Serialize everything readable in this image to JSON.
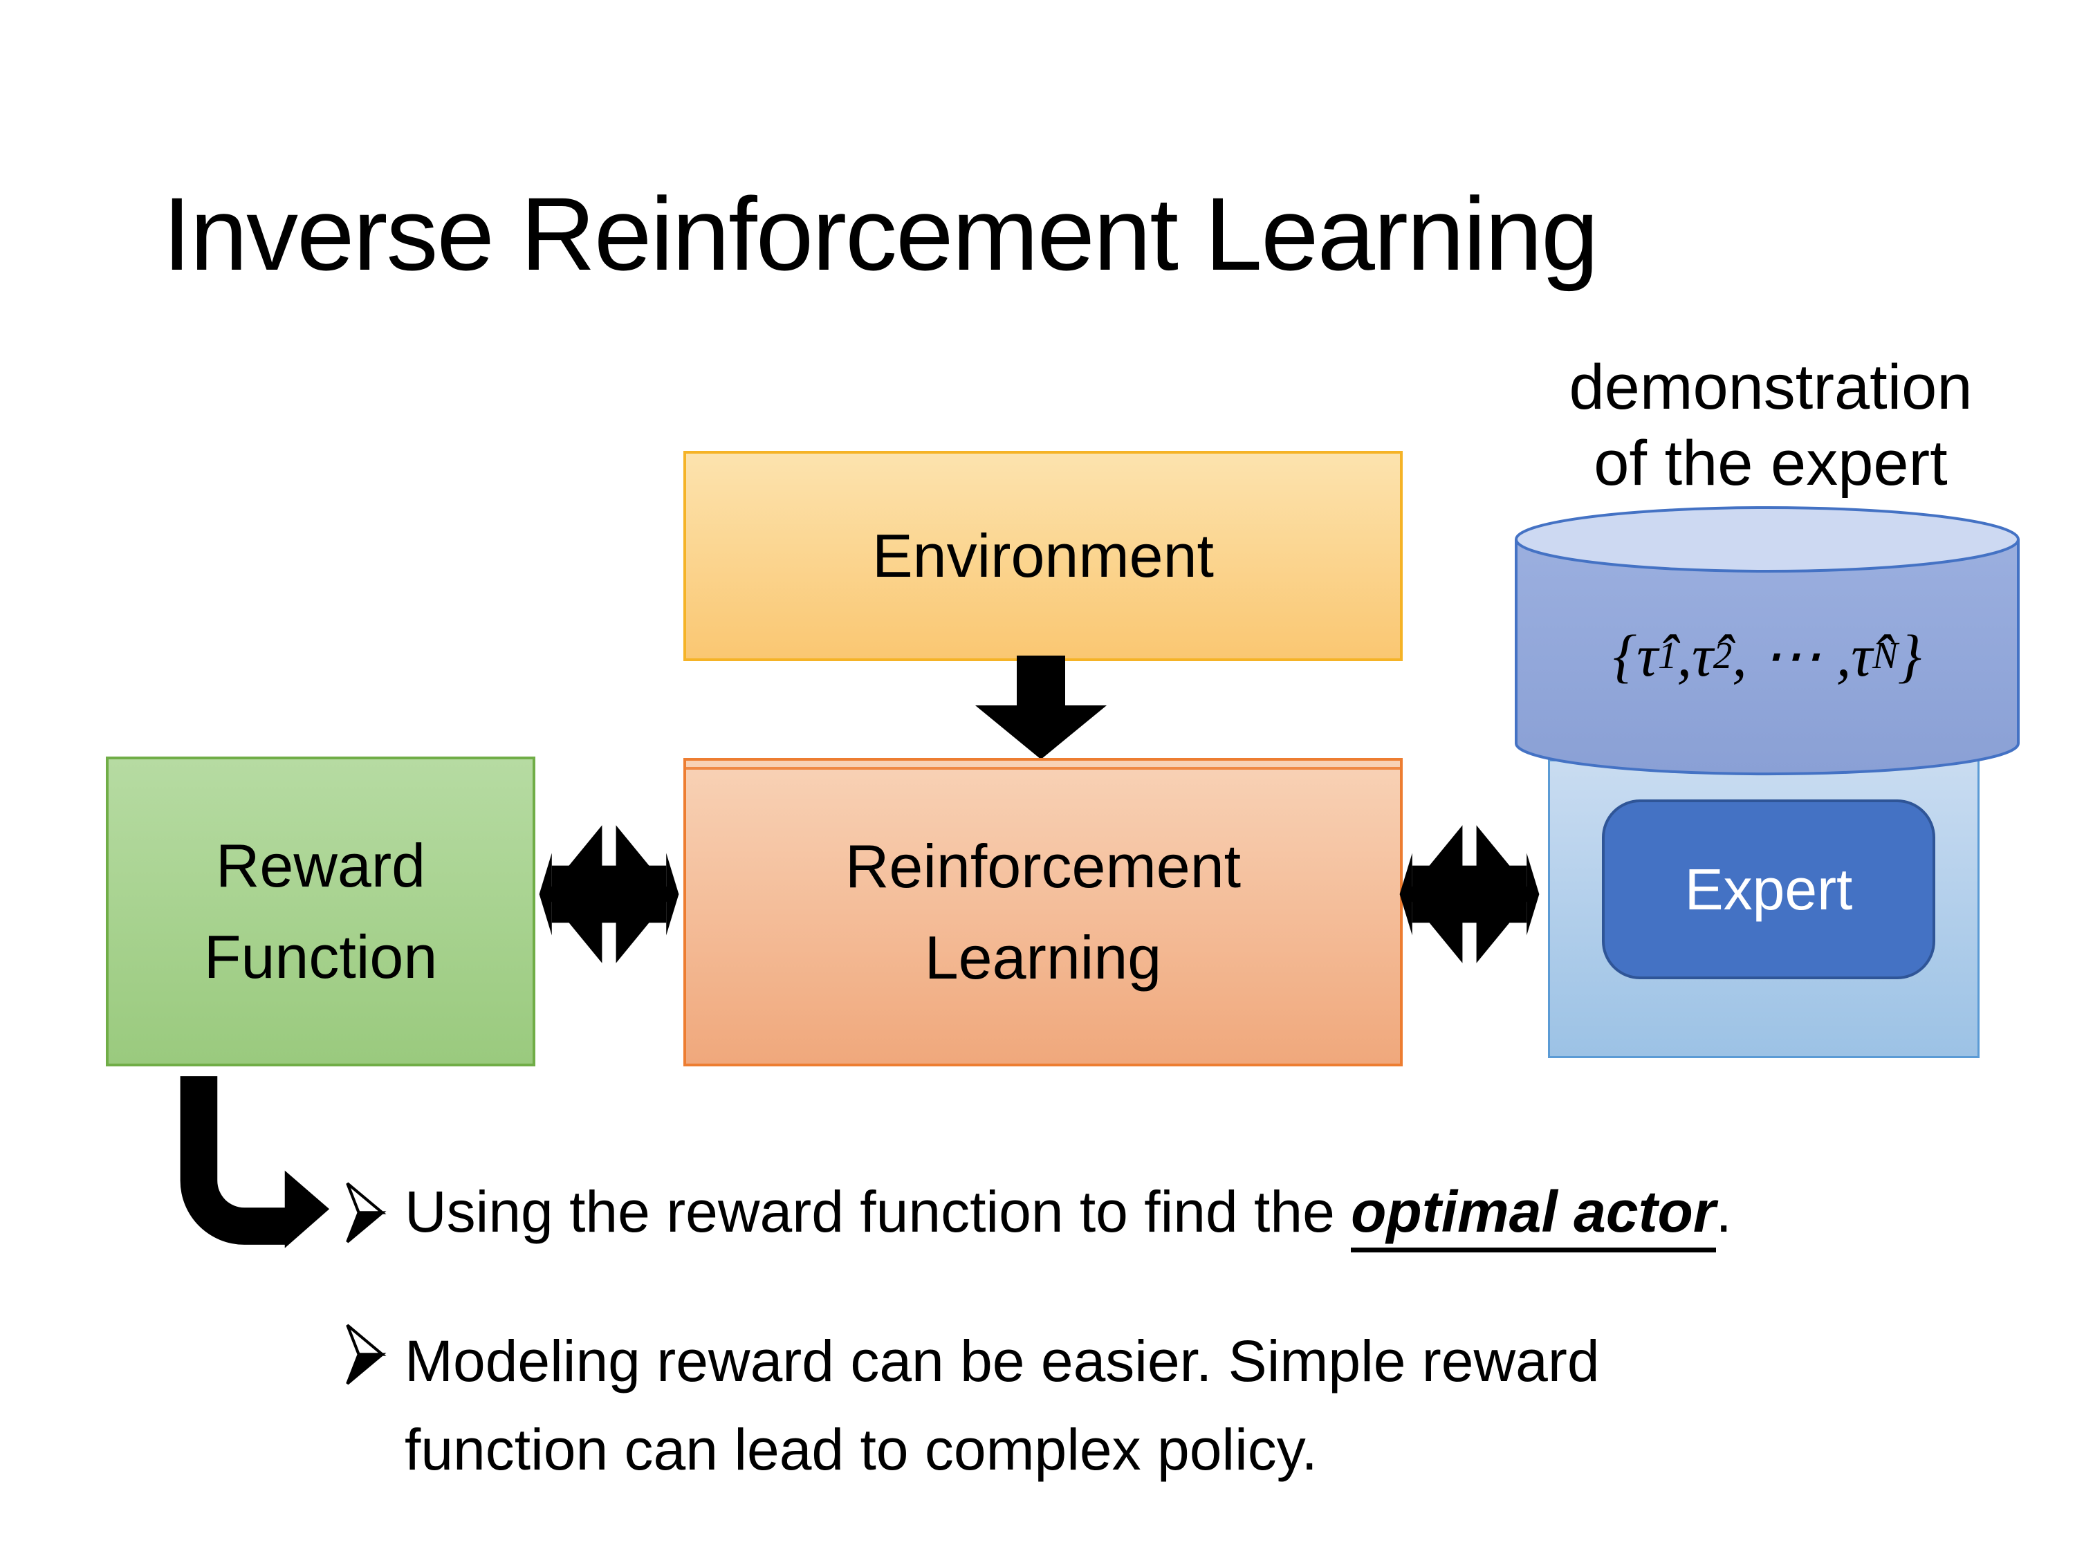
{
  "slide_title": "Inverse Reinforcement Learning",
  "demo_label": {
    "line1": "demonstration",
    "line2": "of the expert"
  },
  "environment": {
    "label": "Environment"
  },
  "reward_function": {
    "line1": "Reward",
    "line2": "Function"
  },
  "reinforcement_learning": {
    "line1": "Reinforcement",
    "line2": "Learning"
  },
  "expert": {
    "label": "Expert"
  },
  "demonstrations_db": {
    "math_parts": [
      "{",
      "τ̂",
      "1",
      ", ",
      "τ̂",
      "2",
      ", ⋯ , ",
      "τ̂",
      "N",
      "}"
    ]
  },
  "bullets": {
    "item1": {
      "prefix": "Using the reward function to find the ",
      "emphasis": "optimal actor",
      "suffix": "."
    },
    "item2": {
      "line1": "Modeling reward can be easier. Simple reward",
      "line2": "function can lead to complex policy."
    }
  },
  "icons": {
    "down_arrow": "down-arrow-icon",
    "exchange_left": "exchange-arrows-icon",
    "exchange_right": "exchange-arrows-icon",
    "bent_arrow": "bent-elbow-arrow-icon",
    "bullet_marker": "arrowhead-bullet-icon",
    "database": "database-cylinder-icon"
  },
  "colors": {
    "background": "#FFFFFF",
    "text_black": "#000000",
    "arrow_black": "#000000",
    "environment_fill_top": "#FCE3AE",
    "environment_fill_bottom": "#FAC772",
    "environment_border": "#F5B327",
    "reward_fill_top": "#B6DBA2",
    "reward_fill_bottom": "#9ACA7E",
    "reward_border": "#70AD47",
    "rl_fill_top": "#F8D2B6",
    "rl_fill_bottom": "#F0A87C",
    "rl_border": "#ED7D31",
    "expert_panel_fill_top": "#C9DCF1",
    "expert_panel_fill_bottom": "#9CC2E5",
    "expert_panel_border": "#5B9BD5",
    "expert_fill": "#4472C4",
    "expert_border": "#2F5597",
    "expert_text": "#FFFFFF",
    "cylinder_fill": "#8FA5D8",
    "cylinder_top_fill": "#CDD9F2",
    "cylinder_border": "#4472C4"
  }
}
